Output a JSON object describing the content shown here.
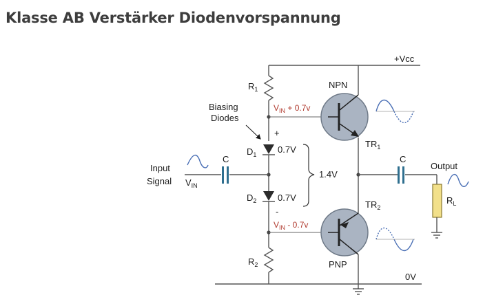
{
  "title": "Klasse AB Verstärker Diodenvorspannung",
  "labels": {
    "vcc": "+Vcc",
    "zero_v": "0V",
    "r1": "R",
    "r1_sub": "1",
    "r2": "R",
    "r2_sub": "2",
    "npn": "NPN",
    "pnp": "PNP",
    "tr1": "TR",
    "tr1_sub": "1",
    "tr2": "TR",
    "tr2_sub": "2",
    "biasing_line1": "Biasing",
    "biasing_line2": "Diodes",
    "plus": "+",
    "minus": "-",
    "d1": "D",
    "d1_sub": "1",
    "d2": "D",
    "d2_sub": "2",
    "d1_voltage": "0.7V",
    "d2_voltage": "0.7V",
    "total_bias": "1.4V",
    "input_line1": "Input",
    "input_line2": "Signal",
    "vin": "V",
    "vin_sub": "IN",
    "cap_in": "C",
    "cap_out": "C",
    "output": "Output",
    "rl": "R",
    "rl_sub": "L",
    "vin_plus_v": "V",
    "vin_plus_sub": "IN",
    "vin_plus_rest": " + 0.7v",
    "vin_minus_v": "V",
    "vin_minus_sub": "IN",
    "vin_minus_rest": " - 0.7v"
  },
  "colors": {
    "wire": "#555555",
    "transistor_fill": "#aab4c2",
    "diode_fill": "#2c2c2c",
    "capacitor": "#2f6f8f",
    "load_fill": "#f2e08a",
    "wave_blue": "#4a6fb5",
    "label_red": "#b03a2e"
  }
}
